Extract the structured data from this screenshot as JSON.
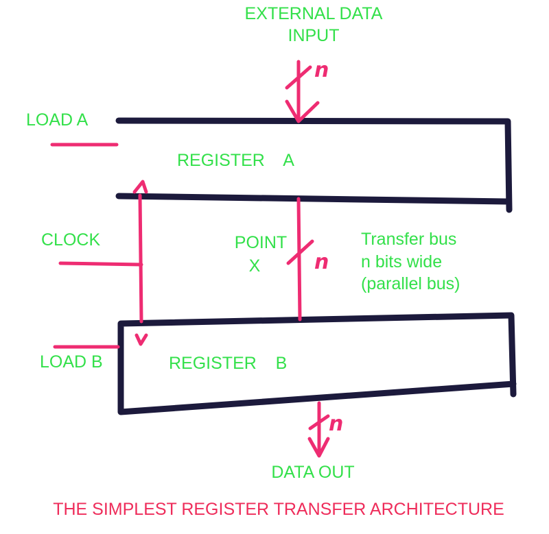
{
  "labels": {
    "external_line1": "EXTERNAL DATA",
    "external_line2": "INPUT",
    "load_a": "LOAD A",
    "register_a": "REGISTER    A",
    "clock": "CLOCK",
    "point_line1": "POINT",
    "point_line2": "X",
    "bus_line1": "Transfer bus",
    "bus_line2": "n bits wide",
    "bus_line3": "(parallel bus)",
    "load_b": "LOAD B",
    "register_b": "REGISTER    B",
    "data_out": "DATA OUT",
    "title": "THE SIMPLEST REGISTER TRANSFER ARCHITECTURE",
    "n_input": "n",
    "n_bus": "n",
    "n_output": "n"
  },
  "colors": {
    "label_green": "#33e04a",
    "wire_pink": "#ee2c72",
    "box_navy": "#1c1a3c",
    "title_pink": "#ee2c5a"
  }
}
